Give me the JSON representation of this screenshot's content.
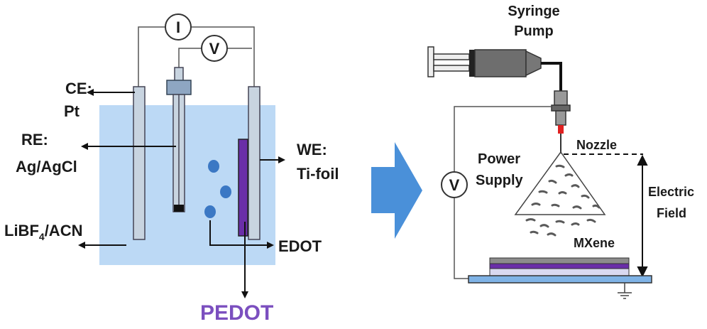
{
  "left_panel": {
    "meter_current": "I",
    "meter_voltage": "V",
    "ce_label_line1": "CE:",
    "ce_label_line2": "Pt",
    "re_label_line1": "RE:",
    "re_label_line2": "Ag/AgCl",
    "we_label_line1": "WE:",
    "we_label_line2": "Ti-foil",
    "electrolyte_main": "LiBF",
    "electrolyte_sub": "4",
    "electrolyte_rest": "/ACN",
    "monomer_label": "EDOT",
    "product_label": "PEDOT"
  },
  "right_panel": {
    "pump_label_line1": "Syringe",
    "pump_label_line2": "Pump",
    "nozzle_label": "Nozzle",
    "supply_label_line1": "Power",
    "supply_label_line2": "Supply",
    "supply_meter": "V",
    "field_label_line1": "Electric",
    "field_label_line2": "Field",
    "material_label": "MXene"
  },
  "colors": {
    "electrolyte": "#bcd9f5",
    "electrode": "#c8d4e0",
    "pedot_film": "#6a2ea8",
    "pedot_text": "#7b4fbf",
    "arrow_blue": "#4a90d9",
    "droplet": "#3b78c4",
    "substrate_blue": "#7fb3e6",
    "nozzle_tip": "#e02020"
  }
}
